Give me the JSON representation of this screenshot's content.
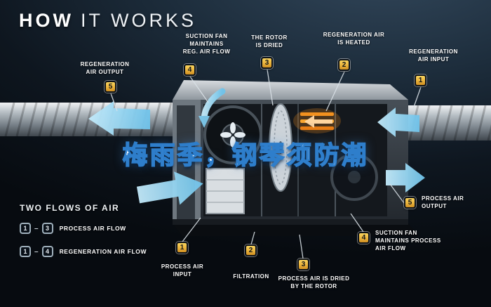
{
  "title": {
    "bold": "HOW",
    "light": "IT WORKS"
  },
  "watermark": {
    "text": "梅雨季，钢琴须防潮"
  },
  "callouts": {
    "reg_air_output": {
      "num": "5",
      "label": "REGENERATION\nAIR OUTPUT"
    },
    "suction_fan_reg": {
      "num": "4",
      "label": "SUCTION FAN\nMAINTAINS\nREG. AIR FLOW"
    },
    "rotor_dried": {
      "num": "3",
      "label": "THE ROTOR\nIS DRIED"
    },
    "reg_air_heated": {
      "num": "2",
      "label": "REGENERATION AIR\nIS HEATED"
    },
    "reg_air_input": {
      "num": "1",
      "label": "REGENERATION\nAIR INPUT"
    },
    "process_air_output": {
      "num": "5",
      "label": "PROCESS AIR\nOUTPUT"
    },
    "suction_fan_process": {
      "num": "4",
      "label": "SUCTION FAN\nMAINTAINS PROCESS\nAIR FLOW"
    },
    "process_air_dried": {
      "num": "3",
      "label": "PROCESS AIR IS DRIED\nBY THE ROTOR"
    },
    "filtration": {
      "num": "2",
      "label": "FILTRATION"
    },
    "process_air_input": {
      "num": "1",
      "label": "PROCESS AIR\nINPUT"
    }
  },
  "legend": {
    "heading": "TWO FLOWS OF AIR",
    "dash": "–",
    "rows": [
      {
        "from": "1",
        "to": "3",
        "label": "PROCESS AIR FLOW"
      },
      {
        "from": "1",
        "to": "4",
        "label": "REGENERATION AIR FLOW"
      }
    ]
  },
  "colors": {
    "background": "#101b26",
    "badge_gold": "#eab33c",
    "airflow_blue": "#7ecbee",
    "heater_orange": "#f2911f",
    "watermark_blue": "#2e7ecb"
  }
}
